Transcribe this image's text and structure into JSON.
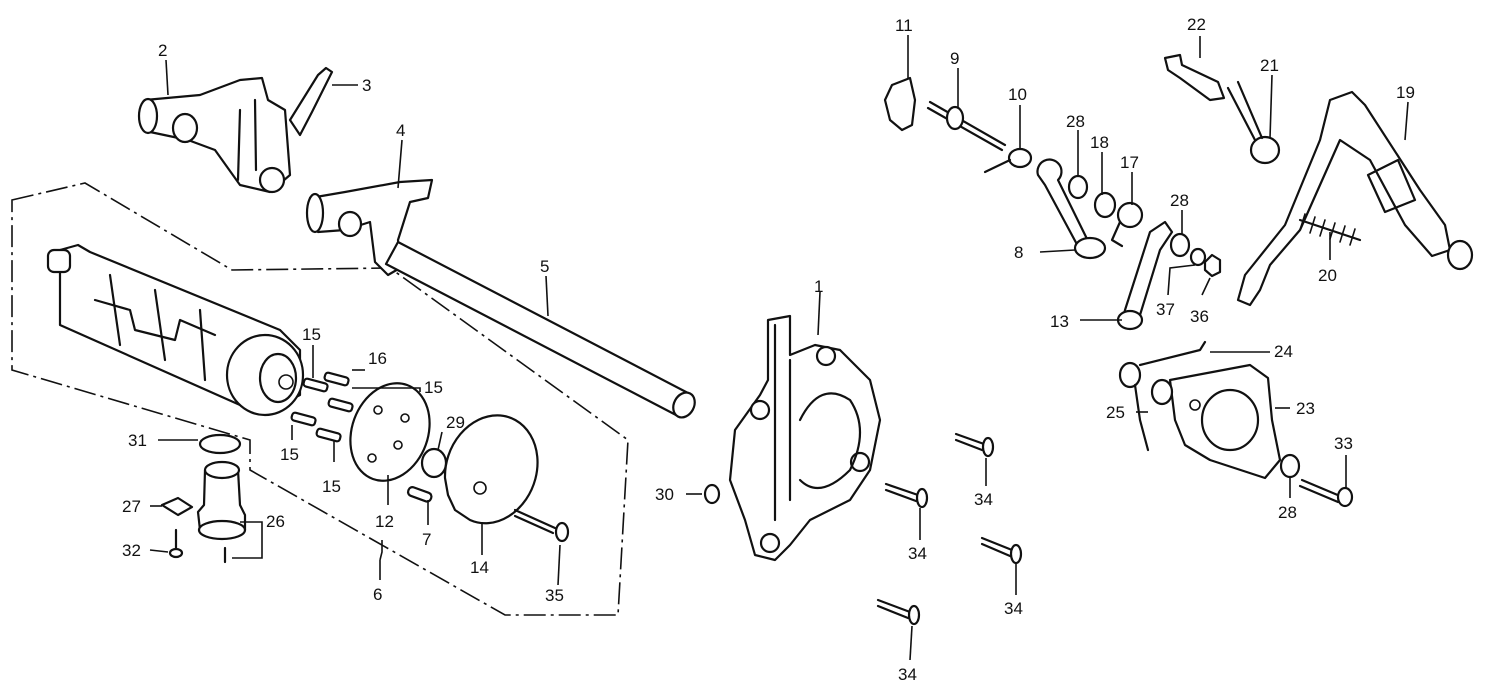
{
  "diagram": {
    "callouts": [
      {
        "id": "c1",
        "text": "1"
      },
      {
        "id": "c2",
        "text": "2"
      },
      {
        "id": "c3",
        "text": "3"
      },
      {
        "id": "c4",
        "text": "4"
      },
      {
        "id": "c5",
        "text": "5"
      },
      {
        "id": "c6",
        "text": "6"
      },
      {
        "id": "c7",
        "text": "7"
      },
      {
        "id": "c8",
        "text": "8"
      },
      {
        "id": "c9",
        "text": "9"
      },
      {
        "id": "c10",
        "text": "10"
      },
      {
        "id": "c11",
        "text": "11"
      },
      {
        "id": "c12",
        "text": "12"
      },
      {
        "id": "c13",
        "text": "13"
      },
      {
        "id": "c14",
        "text": "14"
      },
      {
        "id": "c15a",
        "text": "15"
      },
      {
        "id": "c15b",
        "text": "15"
      },
      {
        "id": "c15c",
        "text": "15"
      },
      {
        "id": "c15d",
        "text": "15"
      },
      {
        "id": "c16",
        "text": "16"
      },
      {
        "id": "c17",
        "text": "17"
      },
      {
        "id": "c18",
        "text": "18"
      },
      {
        "id": "c19",
        "text": "19"
      },
      {
        "id": "c20",
        "text": "20"
      },
      {
        "id": "c21",
        "text": "21"
      },
      {
        "id": "c22",
        "text": "22"
      },
      {
        "id": "c23",
        "text": "23"
      },
      {
        "id": "c24",
        "text": "24"
      },
      {
        "id": "c25",
        "text": "25"
      },
      {
        "id": "c26",
        "text": "26"
      },
      {
        "id": "c27",
        "text": "27"
      },
      {
        "id": "c28a",
        "text": "28"
      },
      {
        "id": "c28b",
        "text": "28"
      },
      {
        "id": "c28c",
        "text": "28"
      },
      {
        "id": "c29",
        "text": "29"
      },
      {
        "id": "c30",
        "text": "30"
      },
      {
        "id": "c31",
        "text": "31"
      },
      {
        "id": "c32",
        "text": "32"
      },
      {
        "id": "c33",
        "text": "33"
      },
      {
        "id": "c34a",
        "text": "34"
      },
      {
        "id": "c34b",
        "text": "34"
      },
      {
        "id": "c34c",
        "text": "34"
      },
      {
        "id": "c34d",
        "text": "34"
      },
      {
        "id": "c35",
        "text": "35"
      },
      {
        "id": "c36",
        "text": "36"
      },
      {
        "id": "c37",
        "text": "37"
      }
    ]
  }
}
